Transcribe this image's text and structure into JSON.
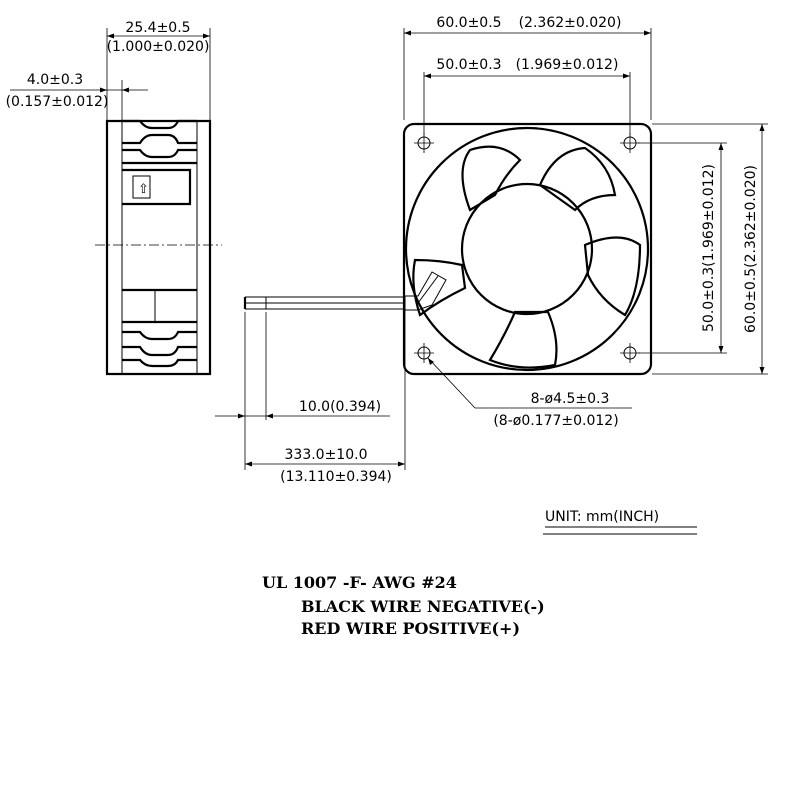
{
  "side_view": {
    "width_mm": "25.4±0.5",
    "width_in": "(1.000±0.020)",
    "flange_mm": "4.0±0.3",
    "flange_in": "(0.157±0.012)"
  },
  "front_view": {
    "overall_width_mm": "60.0±0.5",
    "overall_width_in": "(2.362±0.020)",
    "hole_spacing_mm": "50.0±0.3",
    "hole_spacing_in": "(1.969±0.012)",
    "overall_height_label": "60.0±0.5(2.362±0.020)",
    "hole_spacing_v_label": "50.0±0.3(1.969±0.012)",
    "hole_dia_mm": "8-ø4.5±0.3",
    "hole_dia_in": "(8-ø0.177±0.012)"
  },
  "wire": {
    "strip_length": "10.0(0.394)",
    "length_mm": "333.0±10.0",
    "length_in": "(13.110±0.394)"
  },
  "unit": "UNIT:  mm(INCH)",
  "notes": [
    "UL 1007 -F- AWG #24",
    "BLACK WIRE NEGATIVE(-)",
    "RED WIRE POSITIVE(+)"
  ]
}
